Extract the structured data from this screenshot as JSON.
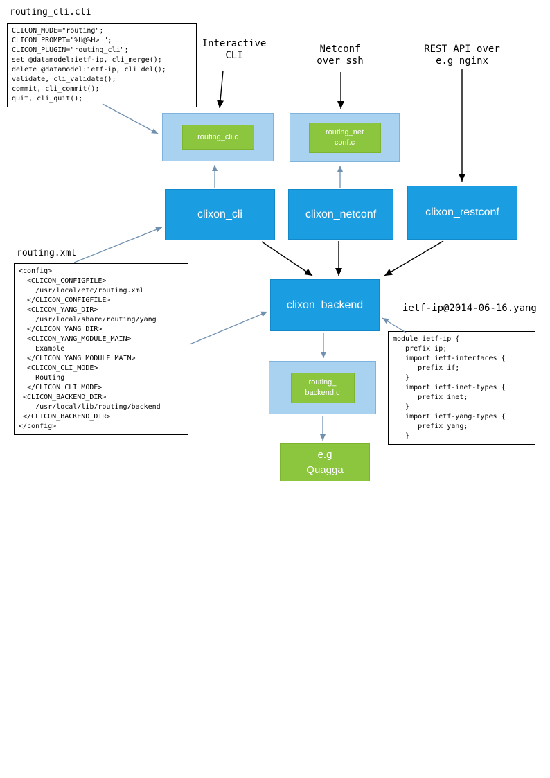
{
  "diagram": {
    "colors": {
      "node_blue": "#1b9de2",
      "node_light_blue": "#a8d2f0",
      "node_green": "#8cc63f",
      "arrow_blue": "#7090b0",
      "arrow_black": "#000000"
    },
    "cli_file": {
      "title": "routing_cli.cli",
      "code": "CLICON_MODE=\"routing\";\nCLICON_PROMPT=\"%U@%H> \";\nCLICON_PLUGIN=\"routing_cli\";\nset @datamodel:ietf-ip, cli_merge();\ndelete @datamodel:ietf-ip, cli_del();\nvalidate, cli_validate();\ncommit, cli_commit();\nquit, cli_quit();"
    },
    "xml_file": {
      "title": "routing.xml",
      "code": "<config>\n  <CLICON_CONFIGFILE>\n    /usr/local/etc/routing.xml\n  </CLICON_CONFIGFILE>\n  <CLICON_YANG_DIR>\n    /usr/local/share/routing/yang\n  </CLICON_YANG_DIR>\n  <CLICON_YANG_MODULE_MAIN>\n    Example\n  </CLICON_YANG_MODULE_MAIN>\n  <CLICON_CLI_MODE>\n    Routing\n  </CLICON_CLI_MODE>\n <CLICON_BACKEND_DIR>\n    /usr/local/lib/routing/backend\n </CLICON_BACKEND_DIR>\n</config>"
    },
    "yang_file": {
      "title": "ietf-ip@2014-06-16.yang",
      "code": "module ietf-ip {\n   prefix ip;\n   import ietf-interfaces {\n      prefix if;\n   }\n   import ietf-inet-types {\n      prefix inet;\n   }\n   import ietf-yang-types {\n      prefix yang;\n   }"
    },
    "labels": {
      "interactive_cli": "Interactive\nCLI",
      "netconf_ssh": "Netconf\nover ssh",
      "rest_api": "REST API over\ne.g nginx"
    },
    "nodes": {
      "routing_cli_c": "routing_cli.c",
      "routing_netconf_c": "routing_net\nconf.c",
      "clixon_cli": "clixon_cli",
      "clixon_netconf": "clixon_netconf",
      "clixon_restconf": "clixon_restconf",
      "clixon_backend": "clixon_backend",
      "routing_backend_c": "routing_\nbackend.c",
      "quagga": "e.g\nQuagga"
    }
  }
}
